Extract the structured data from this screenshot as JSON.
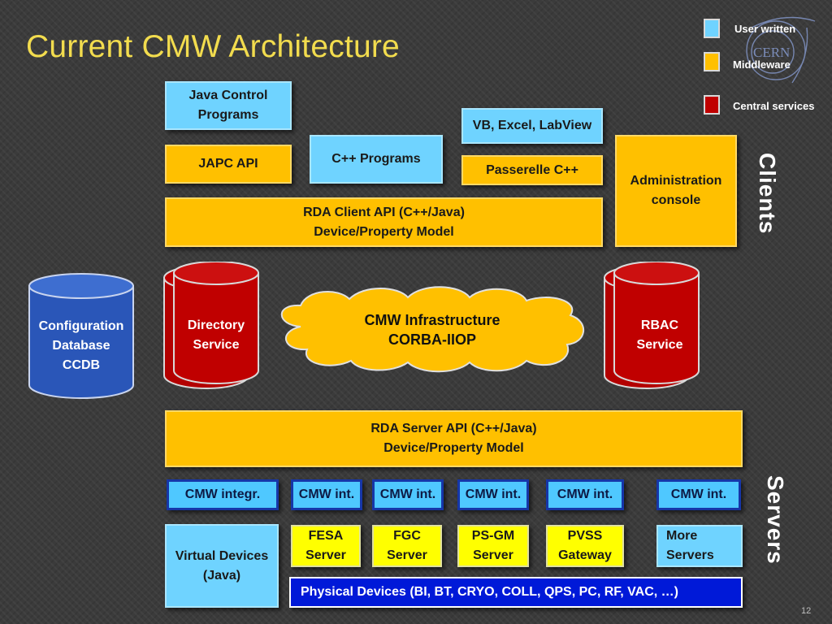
{
  "title": "Current CMW Architecture",
  "legend": [
    {
      "label": "User written",
      "color": "#6fd3ff"
    },
    {
      "label": "Middleware",
      "color": "#ffc000"
    },
    {
      "label": "Central services",
      "color": "#c00000"
    }
  ],
  "side_labels": {
    "clients": "Clients",
    "servers": "Servers"
  },
  "clients": {
    "java_control": [
      "Java Control",
      "Programs"
    ],
    "japc": "JAPC API",
    "cpp_programs": "C++ Programs",
    "vb_excel": "VB, Excel, LabView",
    "passerelle": "Passerelle C++",
    "admin_console": [
      "Administration",
      "console"
    ],
    "rda_client": {
      "line1": "RDA Client API (C++/Java)",
      "line2": "Device/Property Model"
    }
  },
  "middle": {
    "ccdb": [
      "Configuration",
      "Database",
      "CCDB"
    ],
    "directory": [
      "Directory",
      "Service"
    ],
    "infrastructure": [
      "CMW Infrastructure",
      "CORBA-IIOP"
    ],
    "rbac": [
      "RBAC",
      "Service"
    ]
  },
  "servers": {
    "rda_server": {
      "line1": "RDA Server API (C++/Java)",
      "line2": "Device/Property Model"
    },
    "cmw_int": [
      "CMW integr.",
      "CMW int.",
      "CMW int.",
      "CMW int.",
      "CMW int.",
      "CMW int."
    ],
    "virtual_devices": [
      "Virtual Devices",
      "(Java)"
    ],
    "fesa": [
      "FESA",
      "Server"
    ],
    "fgc": [
      "FGC",
      "Server"
    ],
    "psgm": [
      "PS-GM",
      "Server"
    ],
    "pvss": [
      "PVSS",
      "Gateway"
    ],
    "more": [
      "More",
      "Servers"
    ],
    "physical": "Physical Devices (BI, BT, CRYO, COLL, QPS, PC, RF, VAC, …)"
  },
  "page_number": "12",
  "logo_text": "CERN"
}
